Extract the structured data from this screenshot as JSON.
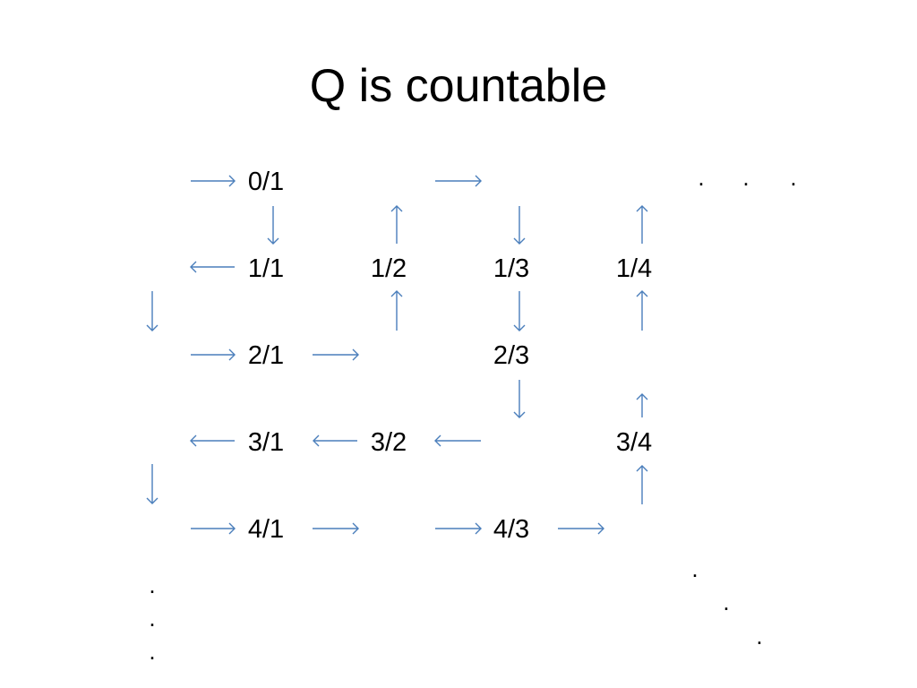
{
  "slide": {
    "title": "Q is countable"
  },
  "grid": {
    "r0": {
      "c1": "0/1"
    },
    "r1": {
      "c1": "1/1",
      "c2": "1/2",
      "c3": "1/3",
      "c4": "1/4"
    },
    "r2": {
      "c1": "2/1",
      "c3": "2/3"
    },
    "r3": {
      "c1": "3/1",
      "c2": "3/2",
      "c4": "3/4"
    },
    "r4": {
      "c1": "4/1",
      "c3": "4/3"
    }
  },
  "continuation": {
    "dot": "."
  },
  "arrow_color": "#4a7ebb"
}
